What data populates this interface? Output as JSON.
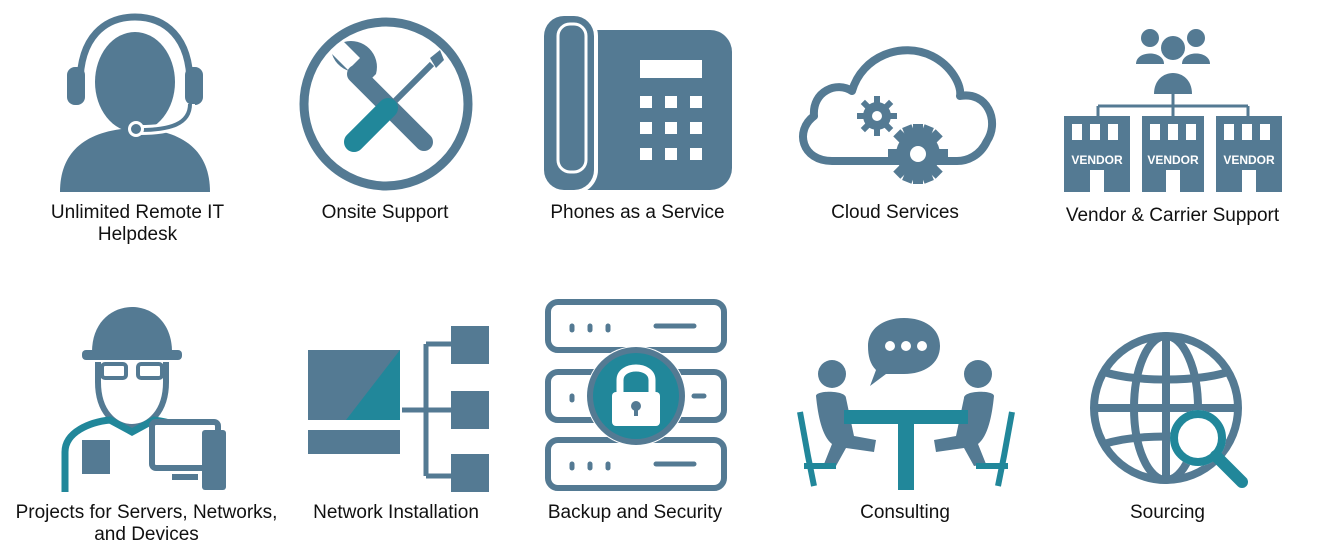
{
  "colors": {
    "slate": "#547a93",
    "teal": "#21879a",
    "white": "#ffffff"
  },
  "services": [
    {
      "label": "Unlimited Remote IT Helpdesk",
      "icon": "headset-agent-icon"
    },
    {
      "label": "Onsite Support",
      "icon": "wrench-screwdriver-icon"
    },
    {
      "label": "Phones as a Service",
      "icon": "desk-phone-icon"
    },
    {
      "label": "Cloud Services",
      "icon": "cloud-gears-icon"
    },
    {
      "label": "Vendor & Carrier Support",
      "icon": "vendor-network-icon",
      "vendor_text": "VENDOR"
    },
    {
      "label": "Projects for Servers, Networks, and Devices",
      "icon": "engineer-computer-icon"
    },
    {
      "label": "Network Installation",
      "icon": "network-diagram-icon"
    },
    {
      "label": "Backup and Security",
      "icon": "server-lock-icon"
    },
    {
      "label": "Consulting",
      "icon": "meeting-table-icon"
    },
    {
      "label": "Sourcing",
      "icon": "globe-search-icon"
    }
  ]
}
